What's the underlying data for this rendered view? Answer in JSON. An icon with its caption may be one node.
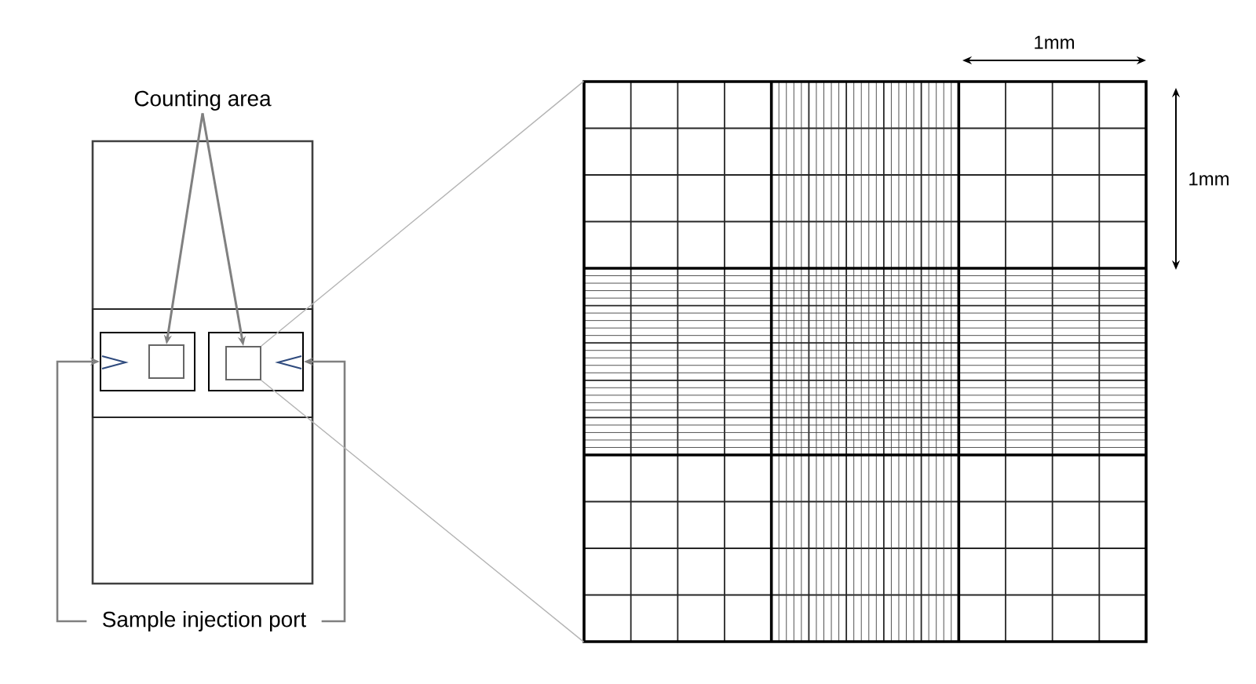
{
  "diagram": {
    "nodes": [
      {
        "text": [
          "Counting area"
        ]
      },
      {
        "text": [],
        "shape": "box"
      },
      {
        "text": [],
        "shape": "box",
        "in": 1
      },
      {
        "text": [],
        "shape": "box",
        "in": 2
      },
      {
        "text": [],
        "shape": "box",
        "in": 3
      },
      {
        "text": [],
        "shape": "box",
        "in": 2
      },
      {
        "text": [],
        "shape": "box",
        "in": 5
      },
      {
        "text": [],
        "shape": "picture"
      },
      {
        "text": [
          "Sample injection port"
        ]
      }
    ],
    "edges": [
      {
        "from": 0,
        "to": 4,
        "arrow": "to"
      },
      {
        "from": 0,
        "to": 6,
        "arrow": "to"
      },
      {
        "from": 8,
        "to": 3,
        "arrow": "to"
      },
      {
        "from": 8,
        "to": 5,
        "arrow": "to"
      },
      {
        "from": 6,
        "to": 7,
        "arrow": "none",
        "color": "#b4b4b4"
      },
      {
        "from": 6,
        "to": 7,
        "arrow": "none",
        "color": "#b4b4b4"
      }
    ],
    "labels": [
      "1mm",
      "1mm"
    ]
  }
}
